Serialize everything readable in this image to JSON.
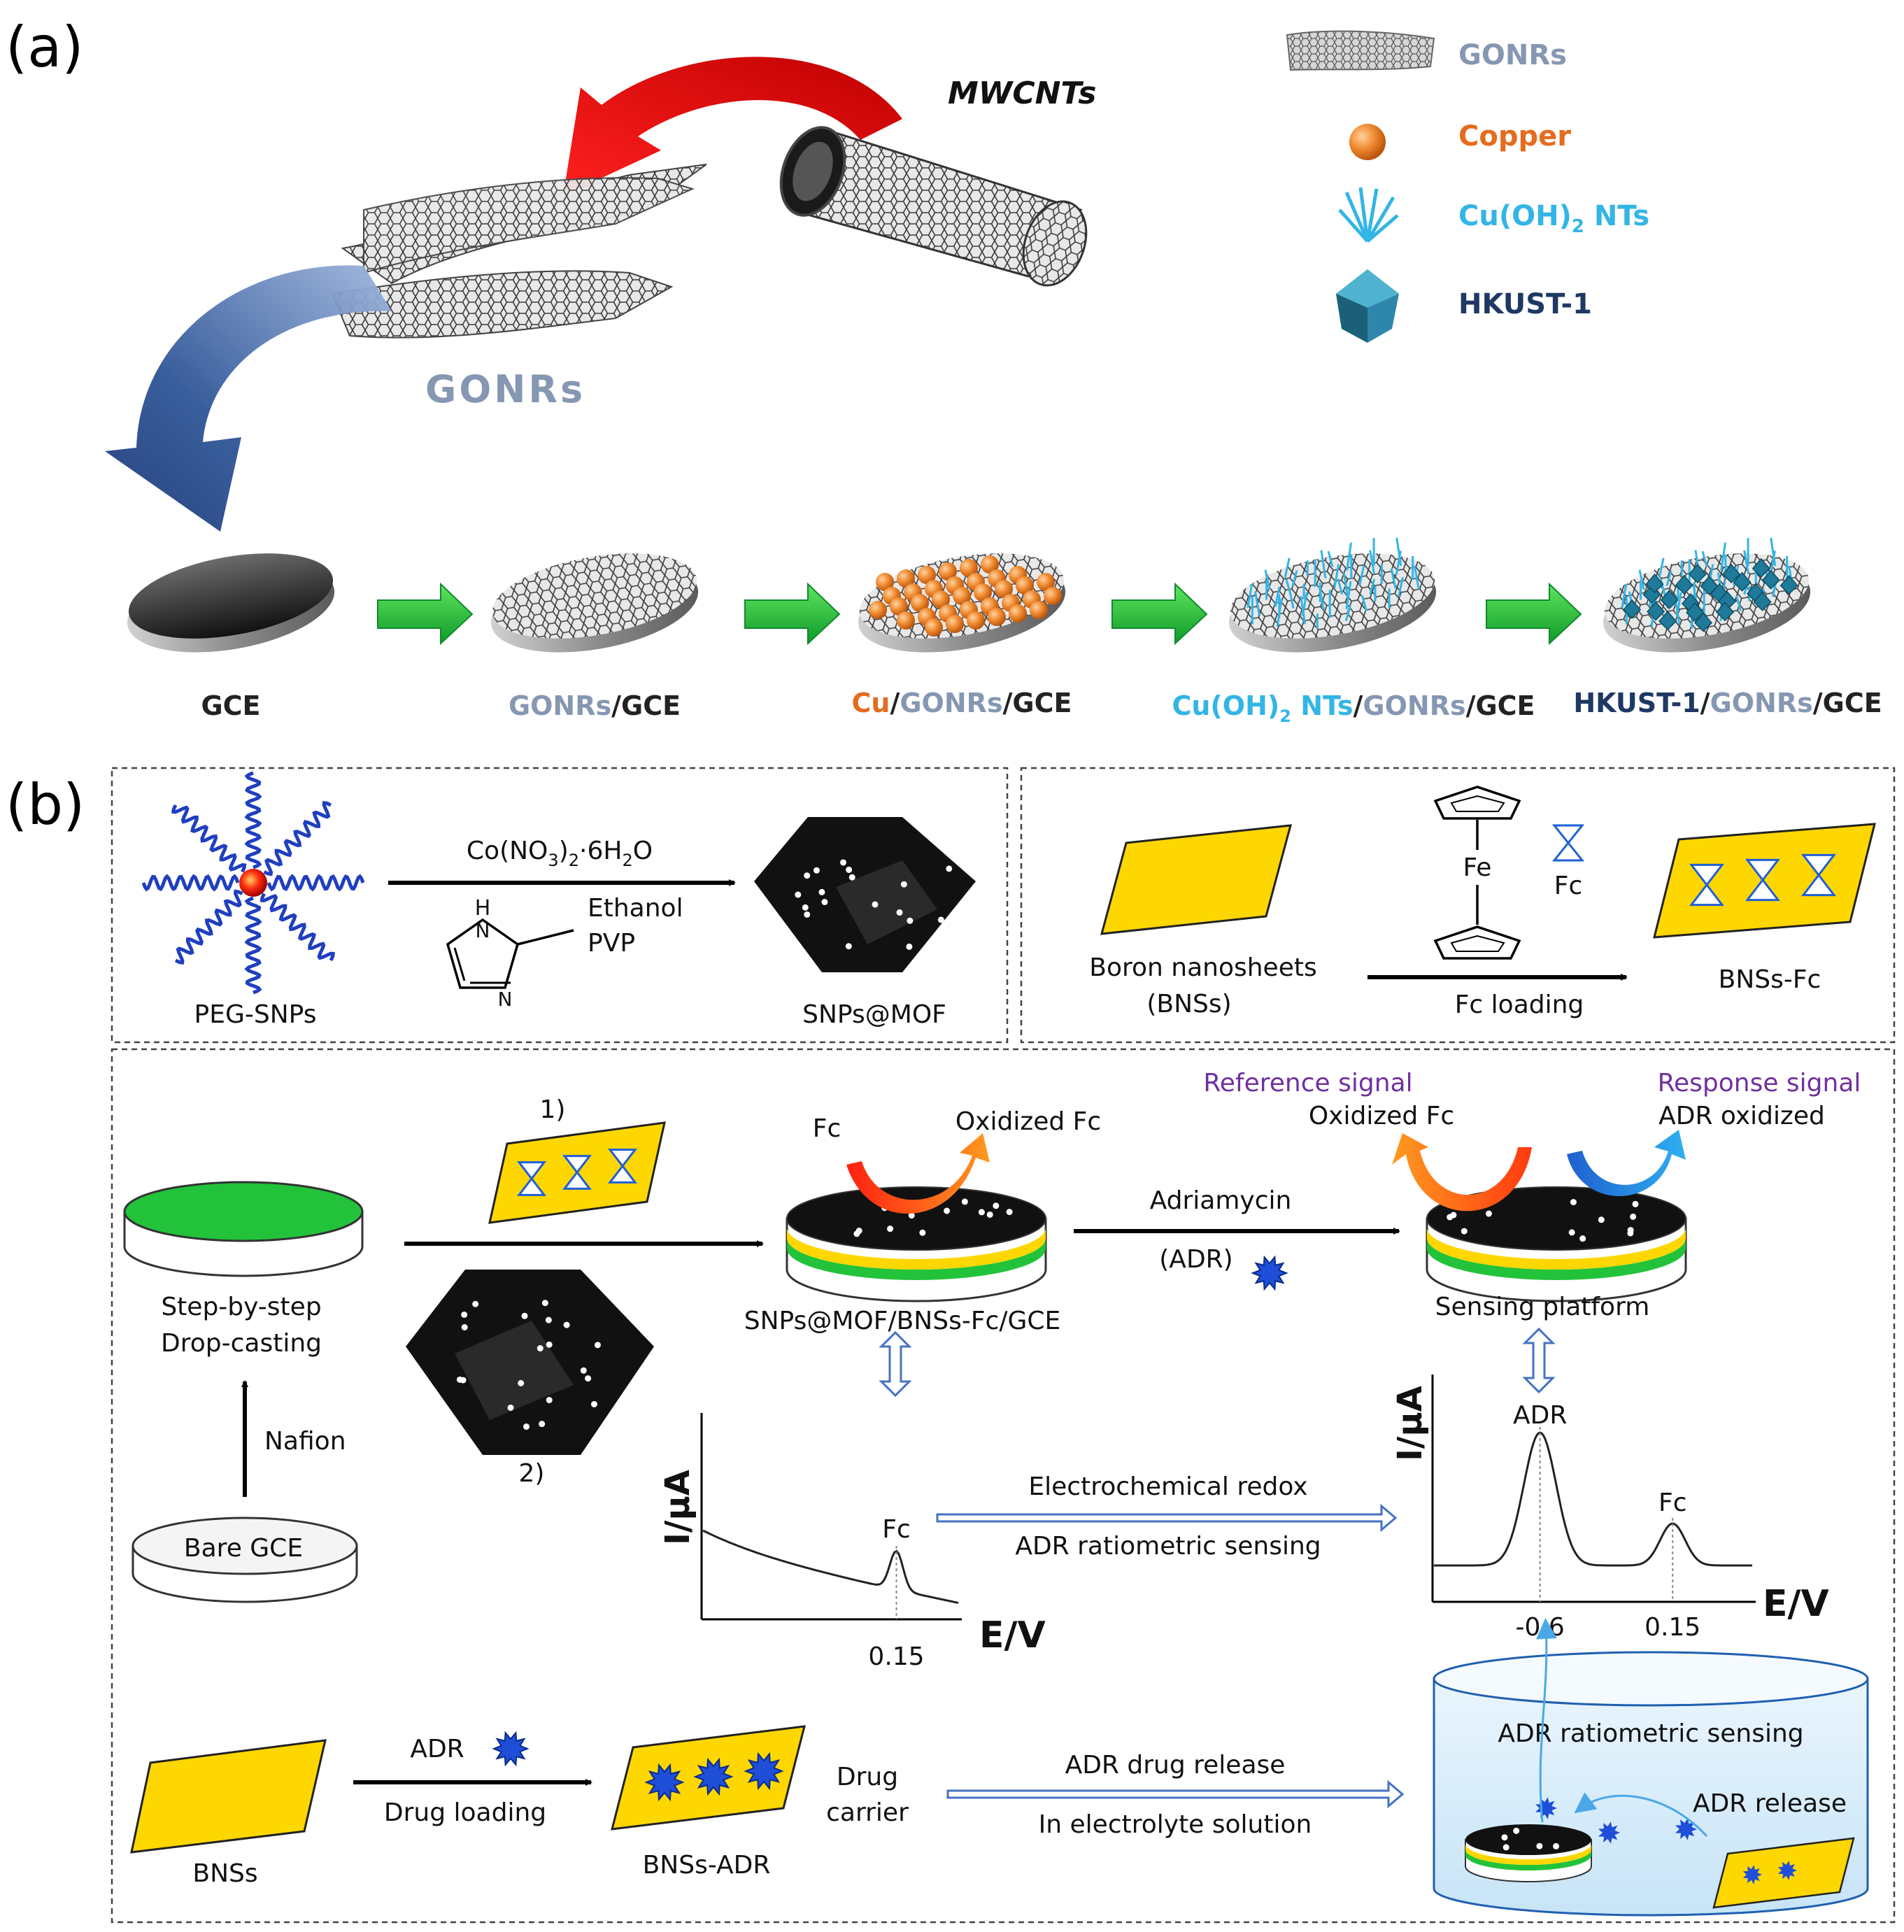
{
  "panel_a": {
    "label": "(a)",
    "mwcnts_label": "MWCNTs",
    "gonrs_label": "GONRs",
    "legend": [
      {
        "label": "GONRs",
        "color": "#8597b2"
      },
      {
        "label": "Copper",
        "color": "#e46c1d"
      },
      {
        "label": "Cu(OH)",
        "sub": "2",
        "tail": " NTs",
        "color": "#33b5e5"
      },
      {
        "label": "HKUST-1",
        "color": "#1f3864"
      }
    ],
    "steps": {
      "s1": {
        "a": "GCE"
      },
      "s2": {
        "a": "GONRs",
        "b": "/GCE"
      },
      "s3": {
        "a": "Cu",
        "b": "/",
        "c": "GONRs",
        "d": "/GCE"
      },
      "s4": {
        "a": "Cu(OH)",
        "sub": "2",
        "b": " NTs",
        "c": "/",
        "d": "GONRs",
        "e": "/GCE"
      },
      "s5": {
        "a": "HKUST-1",
        "b": "/",
        "c": "GONRs",
        "d": "/GCE"
      }
    },
    "colors": {
      "gonrs": "#8597b2",
      "copper": "#e46c1d",
      "cuoh": "#33b5e5",
      "hkust": "#1f3864",
      "dark": "#222222",
      "arrow_green": "#22b14c"
    }
  },
  "panel_b": {
    "label": "(b)",
    "top_left": {
      "reagent_1a": "Co(NO",
      "reagent_1sub": "3",
      "reagent_1b": ")",
      "reagent_1sub2": "2",
      "reagent_1c": "·6H",
      "reagent_1sub3": "2",
      "reagent_1d": "O",
      "solvent": "Ethanol",
      "additive": "PVP",
      "nh_label": "H",
      "n1": "N",
      "n2": "N",
      "start": "PEG-SNPs",
      "product": "SNPs@MOF"
    },
    "top_right": {
      "start_1": "Boron nanosheets",
      "start_2": "(BNSs)",
      "fe": "Fe",
      "fc": "Fc",
      "step": "Fc loading",
      "product": "BNSs-Fc"
    },
    "bottom": {
      "step1": "1)",
      "step2": "2)",
      "drop_1": "Step-by-step",
      "drop_2": "Drop-casting",
      "nafion": "Nafion",
      "bare": "Bare GCE",
      "fc_in": "Fc",
      "ox_fc": "Oxidized Fc",
      "electrode": "SNPs@MOF/BNSs-Fc/GCE",
      "adriamycin": "Adriamycin",
      "adr_abbr": "(ADR)",
      "ref_signal": "Reference signal",
      "resp_signal": "Response signal",
      "ox_fc2": "Oxidized Fc",
      "adr_ox": "ADR oxidized",
      "platform": "Sensing platform",
      "redox": "Electrochemical redox",
      "ratio": "ADR ratiometric sensing",
      "bns": "BNSs",
      "adr": "ADR",
      "drug_loading": "Drug loading",
      "bns_adr": "BNSs-ADR",
      "carrier_1": "Drug",
      "carrier_2": "carrier",
      "release": "ADR drug release",
      "electrolyte": "In electrolyte solution",
      "beaker_title": "ADR  ratiometric sensing",
      "adr_release": "ADR release"
    },
    "colors": {
      "purple": "#7030a0",
      "yellow": "#ffd700",
      "green": "#22c33a",
      "blue_arrow": "#4472c4",
      "adr_blue": "#1f4fd8"
    }
  },
  "chart_data": [
    {
      "type": "line",
      "title": "",
      "ylabel": "I/μA",
      "xlabel": "E/V",
      "peaks": [
        {
          "label": "Fc",
          "x": 0.15
        }
      ],
      "x_ticks": [
        "0.15"
      ]
    },
    {
      "type": "line",
      "title": "",
      "ylabel": "I/μA",
      "xlabel": "E/V",
      "peaks": [
        {
          "label": "ADR",
          "x": -0.6
        },
        {
          "label": "Fc",
          "x": 0.15
        }
      ],
      "x_ticks": [
        "-0.6",
        "0.15"
      ]
    }
  ]
}
